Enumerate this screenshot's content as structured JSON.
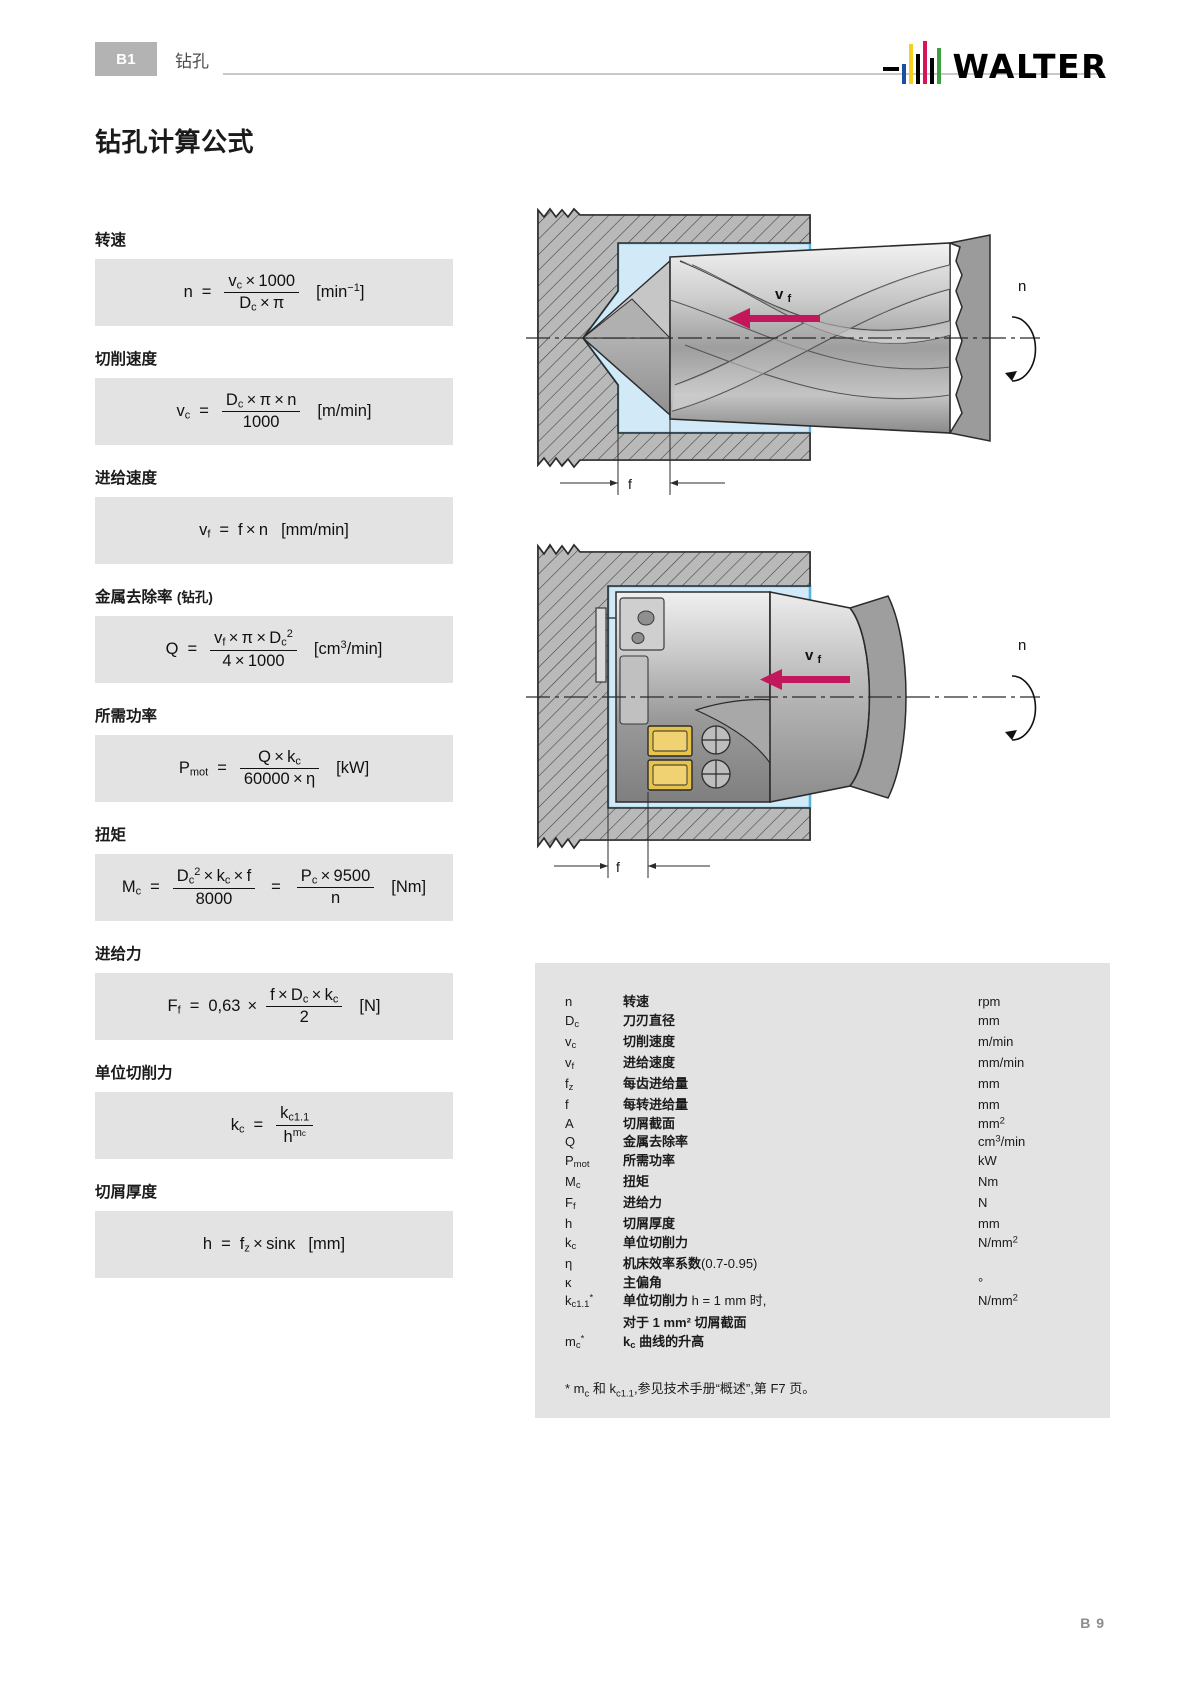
{
  "header": {
    "chapter_tag": "B1",
    "section_title": "钻孔",
    "logo_text": "WALTER",
    "logo_colors": {
      "blue": "#1a4fa0",
      "yellow": "#f5d020",
      "pink": "#d6155a",
      "green": "#3ea03e",
      "black": "#000000"
    }
  },
  "page_title": "钻孔计算公式",
  "page_number": "B 9",
  "formulas": [
    {
      "label": "转速",
      "label_note": "",
      "lhs": "n",
      "numerator": "v_c × 1000",
      "denominator": "D_c × π",
      "unit": "[min⁻¹]"
    },
    {
      "label": "切削速度",
      "label_note": "",
      "lhs": "v_c",
      "numerator": "D_c × π × n",
      "denominator": "1000",
      "unit": "[m/min]"
    },
    {
      "label": "进给速度",
      "label_note": "",
      "lhs": "v_f",
      "inline": "f × n",
      "unit": "[mm/min]"
    },
    {
      "label": "金属去除率",
      "label_note": "(钻孔)",
      "lhs": "Q",
      "numerator": "v_f × π × D_c²",
      "denominator": "4 × 1000",
      "unit": "[cm³/min]"
    },
    {
      "label": "所需功率",
      "label_note": "",
      "lhs": "P_mot",
      "numerator": "Q × k_c",
      "denominator": "60000 × η",
      "unit": "[kW]"
    },
    {
      "label": "扭矩",
      "label_note": "",
      "lhs": "M_c",
      "numerator": "D_c² × k_c × f",
      "denominator": "8000",
      "numerator2": "P_c × 9500",
      "denominator2": "n",
      "unit": "[Nm]"
    },
    {
      "label": "进给力",
      "label_note": "",
      "lhs": "F_f",
      "coefficient": "0,63",
      "numerator": "f × D_c × k_c",
      "denominator": "2",
      "unit": "[N]"
    },
    {
      "label": "单位切削力",
      "label_note": "",
      "lhs": "k_c",
      "numerator": "k_c1.1",
      "denominator": "h^mc",
      "unit": ""
    },
    {
      "label": "切屑厚度",
      "label_note": "",
      "lhs": "h",
      "inline": "f_z × sinκ",
      "unit": "[mm]"
    }
  ],
  "illustrations": {
    "top": {
      "rotation_label": "n",
      "feed_label": "v f",
      "feed_dim_label": "f",
      "arrow_color": "#c2185b",
      "workpiece_color": "#b8b8b8",
      "highlight_color": "#cfe7f5"
    },
    "bottom": {
      "rotation_label": "n",
      "feed_label": "v f",
      "feed_dim_label": "f",
      "arrow_color": "#c2185b",
      "insert_color": "#e8c34a"
    }
  },
  "legend": {
    "rows": [
      {
        "symbol": "n",
        "sym_sub": "",
        "desc": "转速",
        "desc_plain": "",
        "unit": "rpm",
        "unit_sup": ""
      },
      {
        "symbol": "D",
        "sym_sub": "c",
        "desc": "刀刃直径",
        "desc_plain": "",
        "unit": "mm",
        "unit_sup": ""
      },
      {
        "symbol": "v",
        "sym_sub": "c",
        "desc": "切削速度",
        "desc_plain": "",
        "unit": "m/min",
        "unit_sup": ""
      },
      {
        "symbol": "v",
        "sym_sub": "f",
        "desc": "进给速度",
        "desc_plain": "",
        "unit": "mm/min",
        "unit_sup": ""
      },
      {
        "symbol": "f",
        "sym_sub": "z",
        "desc": "每齿进给量",
        "desc_plain": "",
        "unit": "mm",
        "unit_sup": ""
      },
      {
        "symbol": "f",
        "sym_sub": "",
        "desc": "每转进给量",
        "desc_plain": "",
        "unit": "mm",
        "unit_sup": ""
      },
      {
        "symbol": "A",
        "sym_sub": "",
        "desc": "切屑截面",
        "desc_plain": "",
        "unit": "mm",
        "unit_sup": "2"
      },
      {
        "symbol": "Q",
        "sym_sub": "",
        "desc": "金属去除率",
        "desc_plain": "",
        "unit": "cm",
        "unit_sup": "3",
        "unit_tail": "/min"
      },
      {
        "symbol": "P",
        "sym_sub": "mot",
        "desc": "所需功率",
        "desc_plain": "",
        "unit": "kW",
        "unit_sup": ""
      },
      {
        "symbol": "M",
        "sym_sub": "c",
        "desc": "扭矩",
        "desc_plain": "",
        "unit": "Nm",
        "unit_sup": ""
      },
      {
        "symbol": "F",
        "sym_sub": "f",
        "desc": "进给力",
        "desc_plain": "",
        "unit": "N",
        "unit_sup": ""
      },
      {
        "symbol": "h",
        "sym_sub": "",
        "desc": "切屑厚度",
        "desc_plain": "",
        "unit": "mm",
        "unit_sup": ""
      },
      {
        "symbol": "k",
        "sym_sub": "c",
        "desc": "单位切削力",
        "desc_plain": "",
        "unit": "N/mm",
        "unit_sup": "2"
      },
      {
        "symbol": "η",
        "sym_sub": "",
        "desc": "机床效率系数",
        "desc_plain": "(0.7-0.95)",
        "unit": "",
        "unit_sup": ""
      },
      {
        "symbol": "κ",
        "sym_sub": "",
        "desc": "主偏角",
        "desc_plain": "",
        "unit": "°",
        "unit_sup": ""
      },
      {
        "symbol": "k",
        "sym_sub": "c1.1",
        "sym_sup": "*",
        "desc": "单位切削力",
        "desc_plain": " h = 1 mm 时,",
        "unit": "N/mm",
        "unit_sup": "2"
      }
    ],
    "continuation": "对于 1 mm² 切屑截面",
    "last_row": {
      "symbol": "m",
      "sym_sub": "c",
      "sym_sup": "*",
      "desc_pre": "k",
      "desc_sub": "c",
      "desc_post": " 曲线的升高"
    },
    "footnote": "* m_c 和 k_c1.1,参见技术手册“概述”,第 F7 页。",
    "footnote_parts": {
      "star": "*",
      "p1": "m",
      "sub1": "c",
      "p2": " 和 ",
      "p3": "k",
      "sub2": "c1.1",
      "p4": ",参见技术手册“概述”,第 F7 页。"
    }
  }
}
